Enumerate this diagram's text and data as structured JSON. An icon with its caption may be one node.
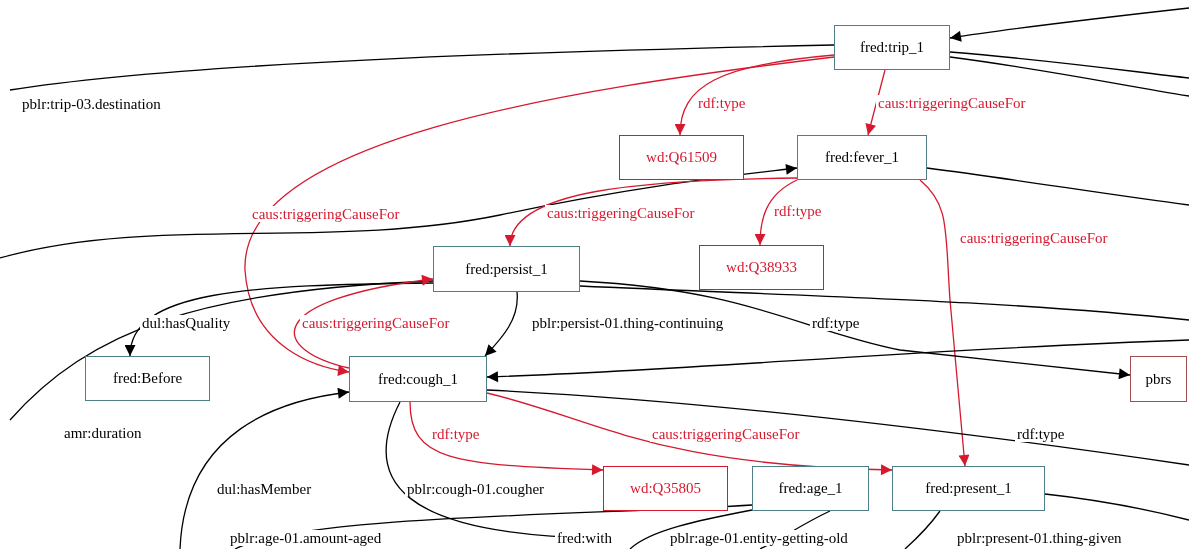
{
  "diagram": {
    "nodes": [
      {
        "text": [
          "fred:trip_1"
        ]
      },
      {
        "text": [
          "wd:Q61509"
        ]
      },
      {
        "text": [
          "fred:fever_1"
        ]
      },
      {
        "text": [
          "wd:Q38933"
        ]
      },
      {
        "text": [
          "fred:persist_1"
        ]
      },
      {
        "text": [
          "fred:Before"
        ]
      },
      {
        "text": [
          "fred:cough_1"
        ]
      },
      {
        "text": [
          "pbrs"
        ]
      },
      {
        "text": [
          "wd:Q35805"
        ]
      },
      {
        "text": [
          "fred:age_1"
        ]
      },
      {
        "text": [
          "fred:present_1"
        ]
      }
    ],
    "edges": [
      {
        "from": null,
        "to": 0,
        "arrow": "to"
      },
      {
        "from": 0,
        "to": null,
        "arrow": "none",
        "label": "pblr:trip-03.destination"
      },
      {
        "from": 0,
        "to": null,
        "arrow": "none"
      },
      {
        "from": 0,
        "to": null,
        "arrow": "none"
      },
      {
        "from": 0,
        "to": 1,
        "arrow": "to",
        "label": "rdf:type",
        "color": "#d7192f"
      },
      {
        "from": 0,
        "to": 2,
        "arrow": "to",
        "label": "caus:triggeringCauseFor",
        "color": "#d7192f"
      },
      {
        "from": 0,
        "to": 6,
        "arrow": "to",
        "label": "caus:triggeringCauseFor",
        "color": "#d7192f"
      },
      {
        "from": null,
        "to": 2,
        "arrow": "to"
      },
      {
        "from": 2,
        "to": null,
        "arrow": "none"
      },
      {
        "from": 2,
        "to": 4,
        "arrow": "to",
        "label": "caus:triggeringCauseFor",
        "color": "#d7192f"
      },
      {
        "from": 2,
        "to": 3,
        "arrow": "to",
        "label": "rdf:type",
        "color": "#d7192f"
      },
      {
        "from": 2,
        "to": 10,
        "arrow": "to",
        "label": "caus:triggeringCauseFor",
        "color": "#d7192f"
      },
      {
        "from": 4,
        "to": 5,
        "arrow": "to",
        "label": "dul:hasQuality"
      },
      {
        "from": 4,
        "to": null,
        "arrow": "none",
        "label": "amr:duration"
      },
      {
        "from": 6,
        "to": 4,
        "arrow": "to",
        "label": "caus:triggeringCauseFor",
        "color": "#d7192f"
      },
      {
        "from": 4,
        "to": 6,
        "arrow": "to",
        "label": "pblr:persist-01.thing-continuing"
      },
      {
        "from": 4,
        "to": 7,
        "arrow": "to",
        "label": "rdf:type"
      },
      {
        "from": 4,
        "to": null,
        "arrow": "none"
      },
      {
        "from": null,
        "to": 6,
        "arrow": "to"
      },
      {
        "from": 6,
        "to": null,
        "arrow": "none",
        "label": "rdf:type"
      },
      {
        "from": null,
        "to": 6,
        "arrow": "to",
        "label": "dul:hasMember"
      },
      {
        "from": 6,
        "to": 8,
        "arrow": "to",
        "label": "rdf:type",
        "color": "#d7192f"
      },
      {
        "from": 6,
        "to": 10,
        "arrow": "to",
        "label": "caus:triggeringCauseFor",
        "color": "#d7192f"
      },
      {
        "from": 6,
        "to": null,
        "arrow": "none",
        "label": "pblr:cough-01.cougher"
      },
      {
        "from": 9,
        "to": null,
        "arrow": "none",
        "label": "pblr:age-01.amount-aged"
      },
      {
        "from": 9,
        "to": null,
        "arrow": "none",
        "label": "fred:with"
      },
      {
        "from": 9,
        "to": null,
        "arrow": "none",
        "label": "pblr:age-01.entity-getting-old"
      },
      {
        "from": 10,
        "to": null,
        "arrow": "none",
        "label": "pblr:present-01.thing-given"
      },
      {
        "from": 10,
        "to": null,
        "arrow": "none"
      }
    ]
  }
}
